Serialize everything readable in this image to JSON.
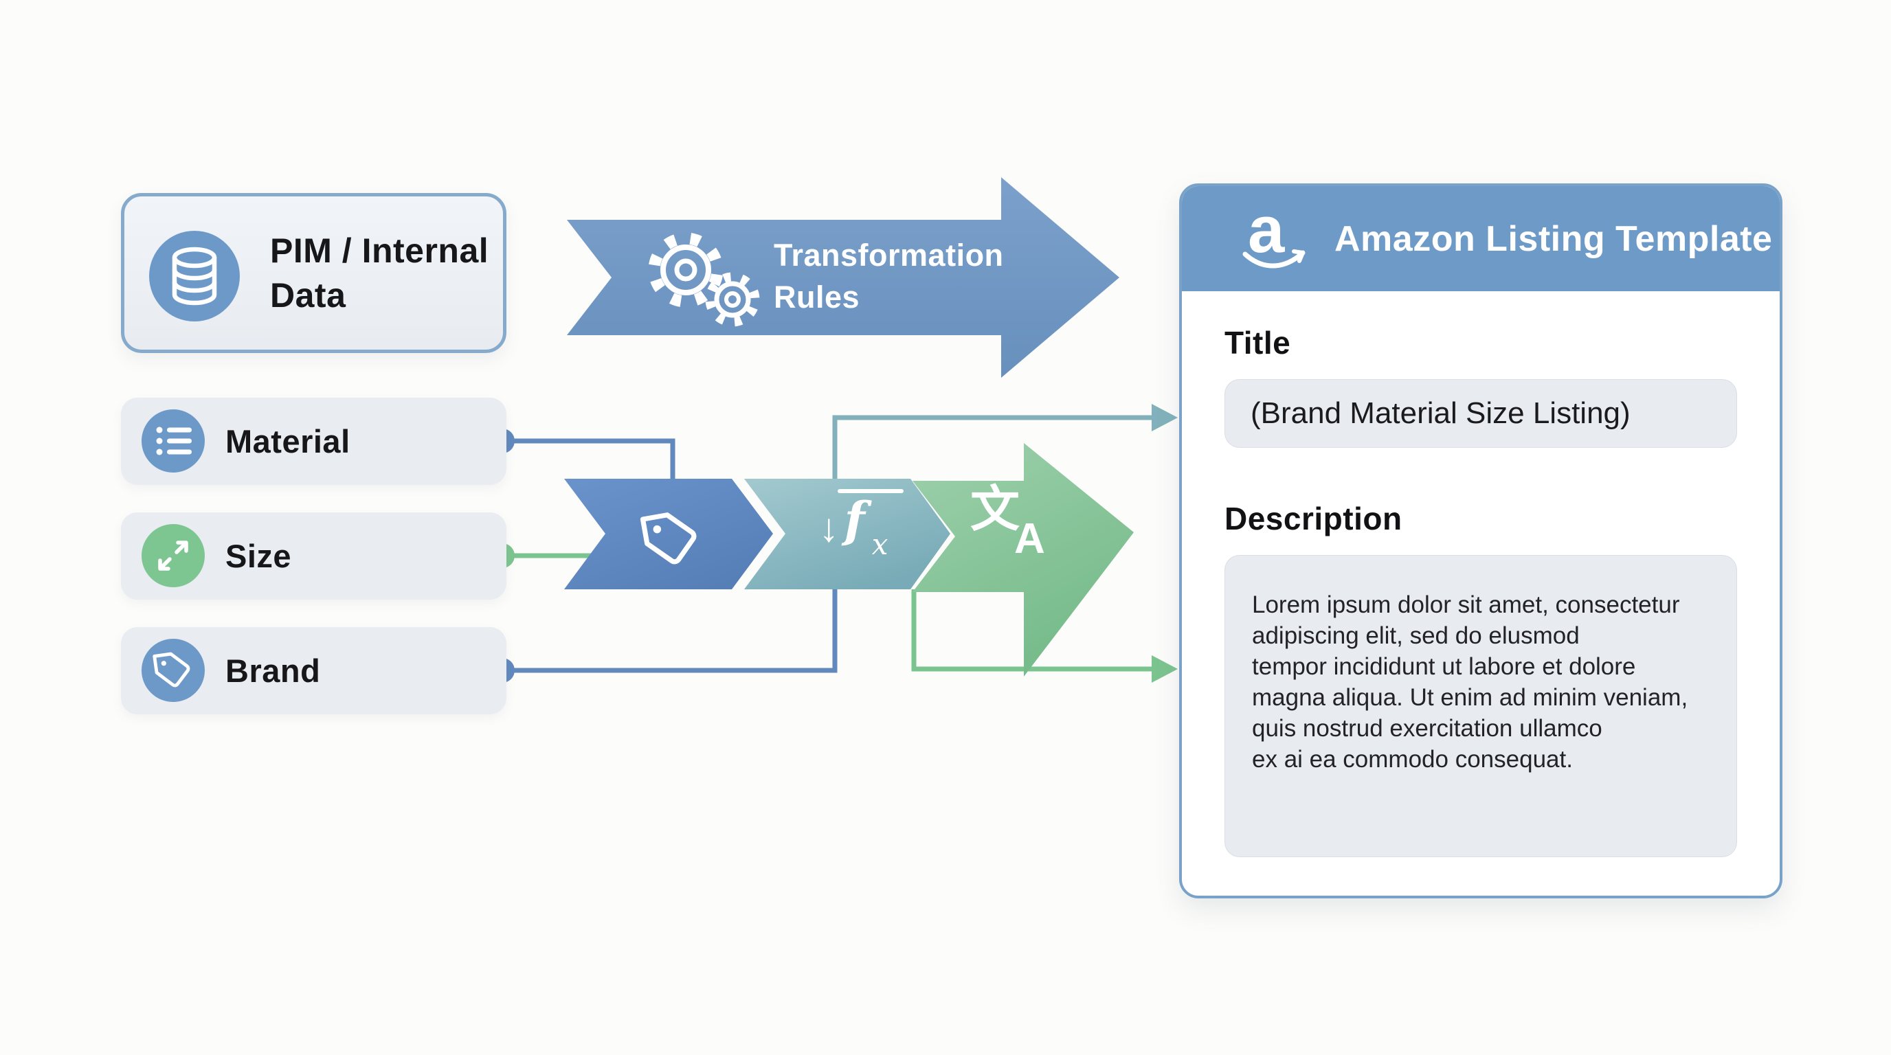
{
  "source": {
    "label": "PIM / Internal Data"
  },
  "attributes": [
    {
      "label": "Material"
    },
    {
      "label": "Size"
    },
    {
      "label": "Brand"
    }
  ],
  "transformation": {
    "label": "Transformation Rules"
  },
  "pipeline": {
    "fx": {
      "arrow": "↓",
      "f": "f",
      "sub": "x"
    },
    "translate": {
      "cjk": "文",
      "latin": "A"
    }
  },
  "card": {
    "header": {
      "logo_letter": "a",
      "label": "Amazon Listing Template"
    },
    "title_label": "Title",
    "title_value": "(Brand Material Size Listing)",
    "description_label": "Description",
    "description_lines": [
      "Lorem ipsum dolor sit amet, consectetur",
      "adipiscing elit, sed do elusmod",
      "tempor incididunt ut labore et dolore",
      "magna aliqua. Ut enim ad minim veniam,",
      "quis nostrud exercitation ullamco",
      "ex ai ea commodo consequat."
    ]
  },
  "colors": {
    "accent_blue": "#6e9ac7",
    "chevron_blue": "#5d87c3",
    "chevron_teal": "#8ab6c0",
    "arrow_green": "#85c497",
    "connector_blue": "#6189be",
    "connector_green": "#7cc48f",
    "connector_teal": "#82b1bb",
    "panel_gray": "#e9ecf1",
    "background": "#fcfcfa"
  }
}
